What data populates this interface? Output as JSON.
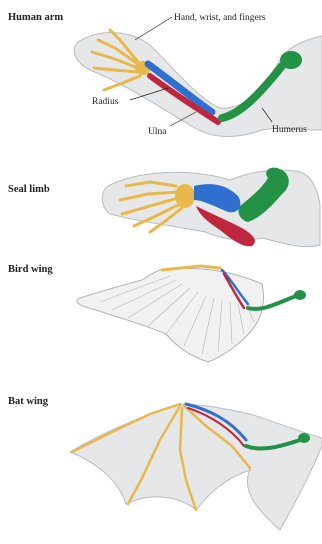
{
  "panels": [
    {
      "title": "Human arm",
      "callouts": {
        "hand": "Hand, wrist, and fingers",
        "radius": "Radius",
        "ulna": "Ulna",
        "humerus": "Humerus"
      }
    },
    {
      "title": "Seal limb"
    },
    {
      "title": "Bird wing"
    },
    {
      "title": "Bat wing"
    }
  ],
  "colors": {
    "phalanges": "#e8b94a",
    "radius": "#2f6fd0",
    "ulna": "#c0273f",
    "humerus": "#239247",
    "skin": "#e6e7e8",
    "skin_edge": "#b9bcc0",
    "feather": "#f1f1f1",
    "feather_edge": "#b0b4b8"
  }
}
